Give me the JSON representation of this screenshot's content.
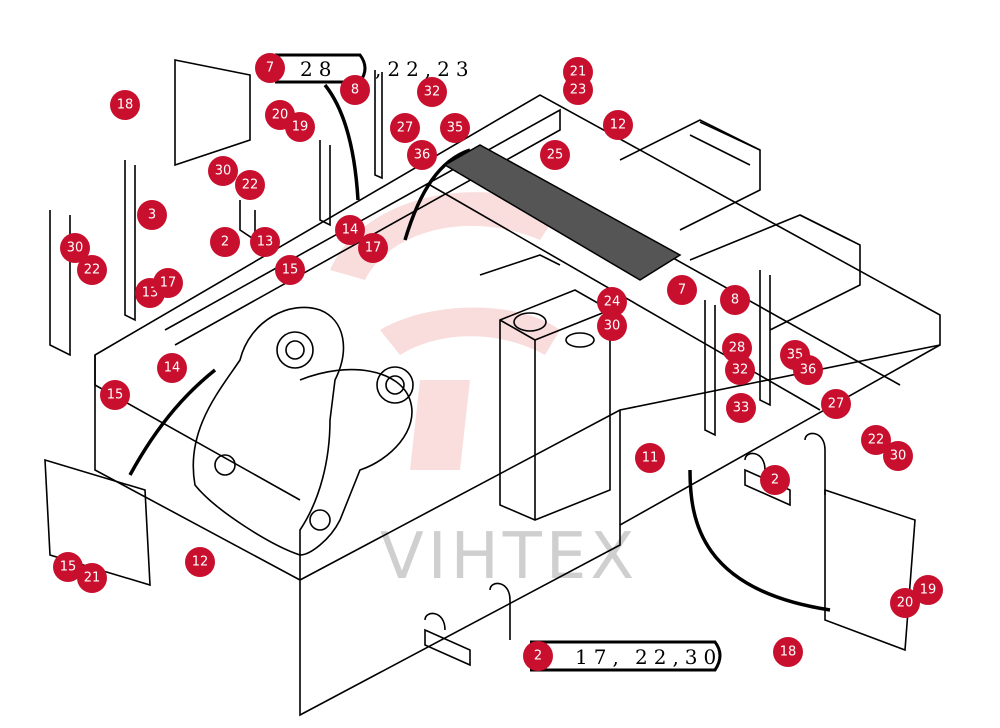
{
  "diagram": {
    "watermark": "VIHTEX",
    "accent_color": "#c8102e",
    "callouts": [
      {
        "id": "c-top",
        "badge": "7",
        "text": "28",
        "tail": ",22,23"
      },
      {
        "id": "c-bottom",
        "badge": "2",
        "text": "17,",
        "tail": "22,30"
      }
    ],
    "labels": [
      "18",
      "7",
      "8",
      "20",
      "19",
      "30",
      "22",
      "3",
      "30",
      "22",
      "2",
      "13",
      "14",
      "17",
      "15",
      "13",
      "17",
      "14",
      "15",
      "15",
      "21",
      "12",
      "21",
      "23",
      "12",
      "25",
      "27",
      "35",
      "36",
      "32",
      "24",
      "30",
      "7",
      "8",
      "28",
      "32",
      "33",
      "35",
      "36",
      "27",
      "11",
      "22",
      "30",
      "2",
      "20",
      "19",
      "18",
      "2"
    ]
  }
}
